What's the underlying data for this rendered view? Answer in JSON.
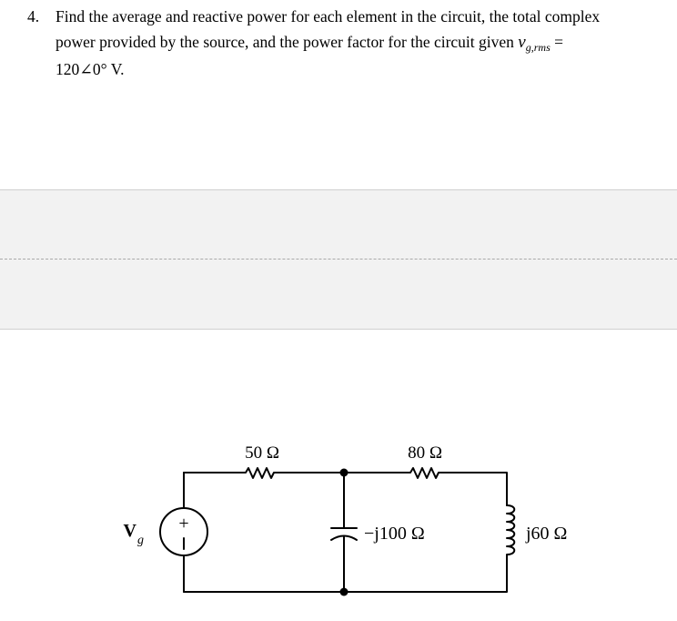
{
  "problem": {
    "number": "4.",
    "line1": "Find the average and reactive power for each element in the circuit, the total complex",
    "line2_prefix": "power provided by the source, and the power factor for the circuit given ",
    "var_main": "v",
    "var_sub": "g,rms",
    "equals": " =",
    "line3": "120∠0° V."
  },
  "circuit": {
    "source_label_main": "V",
    "source_label_sub": "g",
    "source_plus": "+",
    "source_minus": "−",
    "r1_label": "50 Ω",
    "r2_label": "80 Ω",
    "cap_label": "−j100 Ω",
    "ind_label": "j60 Ω"
  }
}
